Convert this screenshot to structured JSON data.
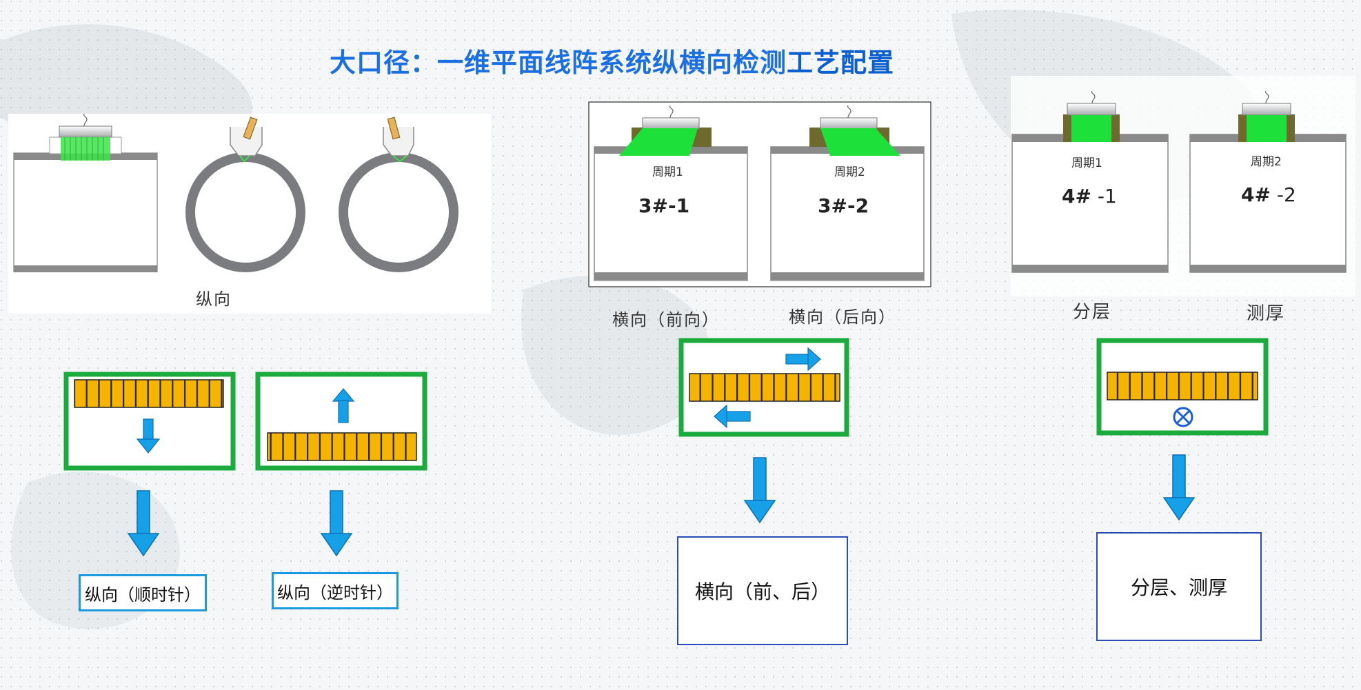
{
  "title": {
    "prefix": "大口径：一维平面线阵系统纵横向检测",
    "emph": "工艺配置"
  },
  "colors": {
    "accent": "#1c6fe0",
    "green_frame": "#1aab3c",
    "array_orange": "#f5b400",
    "arrow_blue": "#16a0e8",
    "probe_green": "#1de03a",
    "wedge": "#6e6a2e",
    "pipe": "#888888"
  },
  "longitudinal": {
    "label": "纵向",
    "cw_caption": "纵向（顺时针）",
    "ccw_caption": "纵向（逆时针）"
  },
  "transverse": {
    "period1": "周期1",
    "period2": "周期2",
    "code1": "3#-1",
    "code2": "3#-2",
    "forward_label": "横向（前向）",
    "backward_label": "横向（后向）",
    "caption": "横向（前、后）"
  },
  "layer": {
    "period1": "周期1",
    "period2": "周期2",
    "code1_bold": "4#",
    "code1_rest": " -1",
    "code2_bold": "4#",
    "code2_rest": " -2",
    "layer_label": "分层",
    "thickness_label": "测厚",
    "caption": "分层、测厚"
  }
}
